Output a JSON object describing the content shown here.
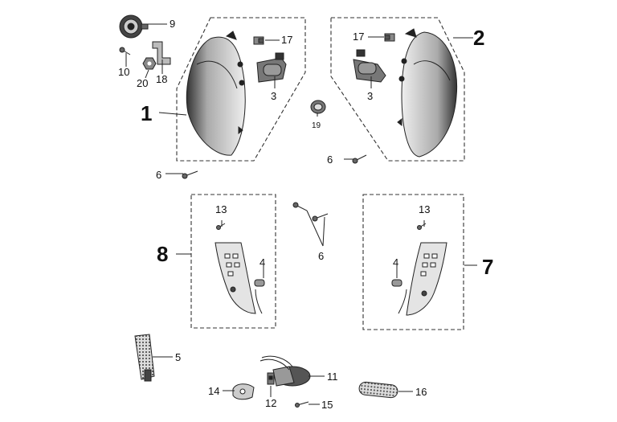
{
  "callouts": {
    "c1": "1",
    "c2": "2",
    "c3a": "3",
    "c3b": "3",
    "c4a": "4",
    "c4b": "4",
    "c5": "5",
    "c6a": "6",
    "c6b": "6",
    "c6c": "6",
    "c7": "7",
    "c8": "8",
    "c9": "9",
    "c10": "10",
    "c11": "11",
    "c12": "12",
    "c13a": "13",
    "c13b": "13",
    "c14": "14",
    "c15": "15",
    "c16": "16",
    "c17a": "17",
    "c17b": "17",
    "c18": "18",
    "c19": "19",
    "c20": "20"
  },
  "icons": {
    "headlight": "headlight-lens-icon",
    "bulb": "halogen-bulb-icon",
    "screw": "screw-icon",
    "indicator": "indicator-lens-icon",
    "horn": "horn-icon"
  }
}
